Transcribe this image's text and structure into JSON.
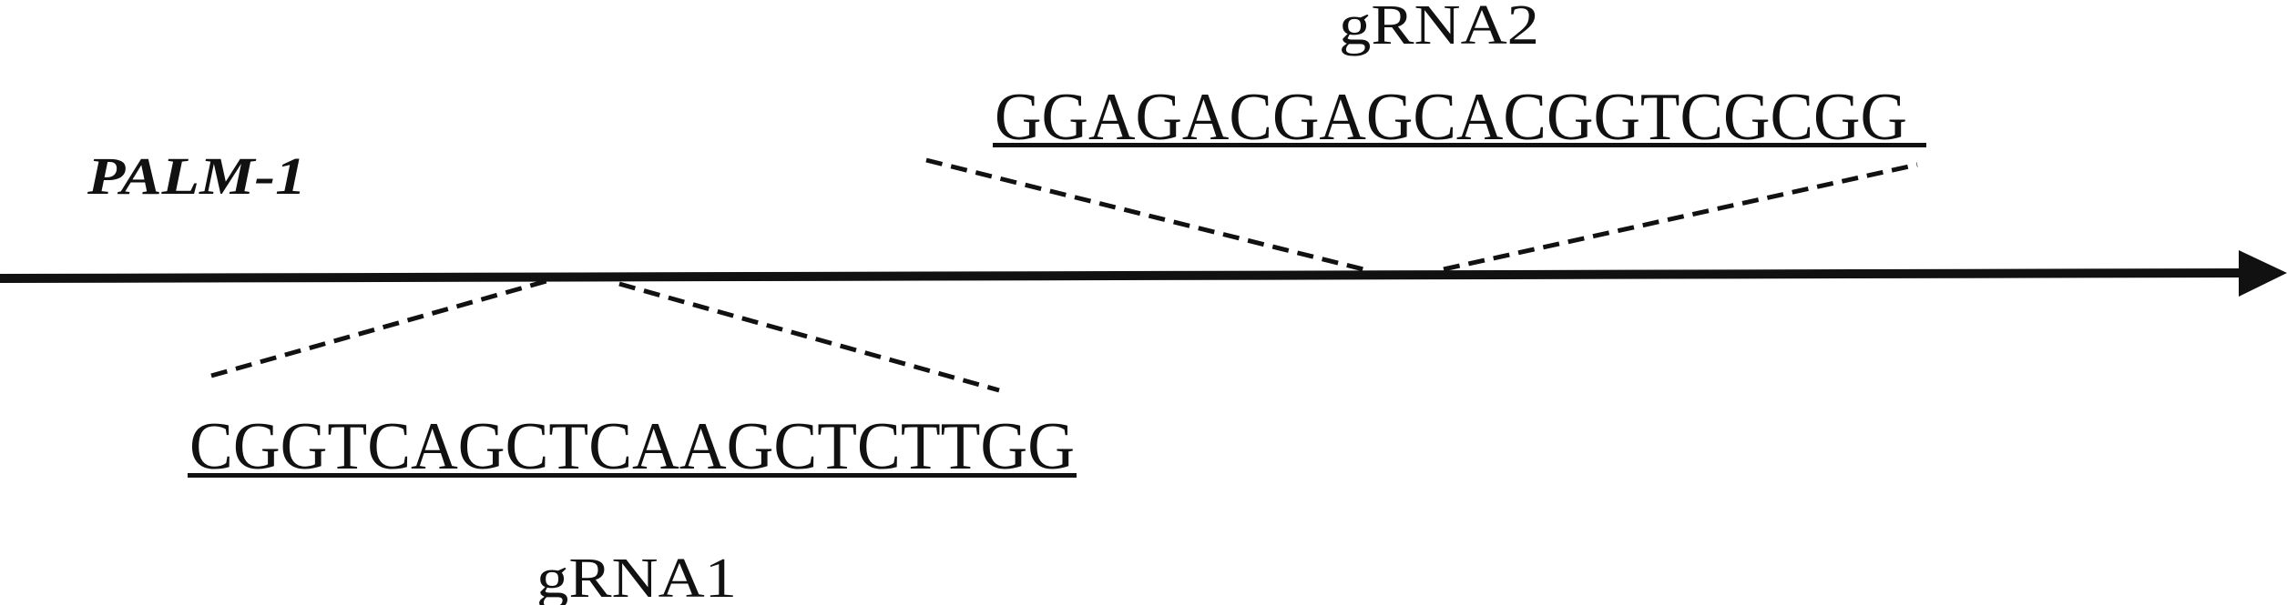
{
  "gene": {
    "name": "PALM-1"
  },
  "grnas": [
    {
      "label": "gRNA1",
      "sequence": "CGGTCAGCTCAAGCTCTTGG"
    },
    {
      "label": "gRNA2",
      "sequence": "GGAGACGAGCACGGTCGCGG"
    }
  ],
  "colors": {
    "ink": "#111111",
    "background": "#ffffff"
  }
}
